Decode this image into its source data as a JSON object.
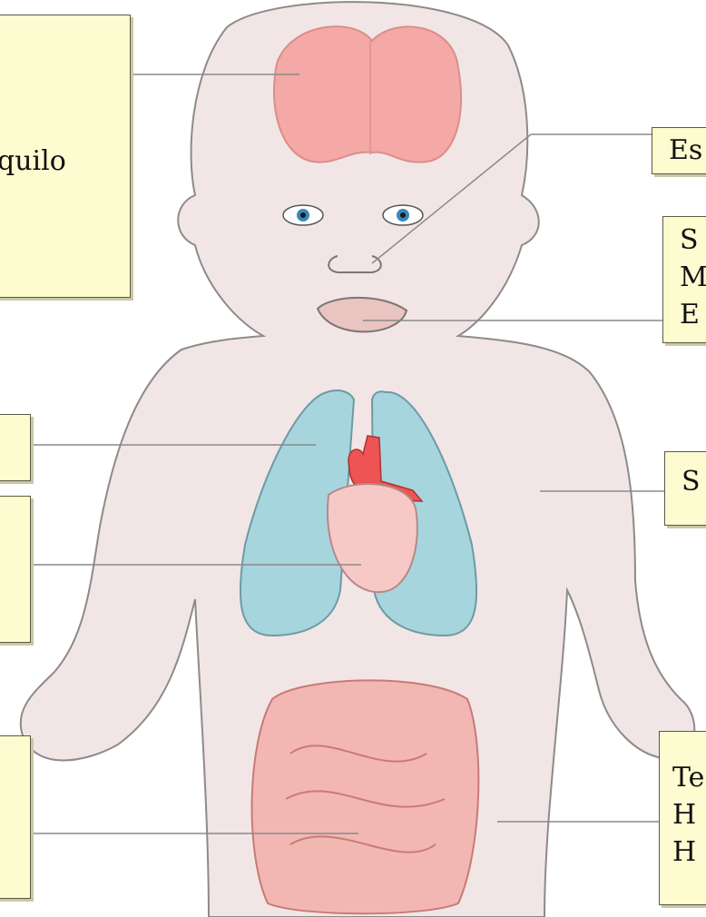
{
  "labels": {
    "brain": [
      "quilo"
    ],
    "nose": [
      "Es"
    ],
    "mouth": [
      "S",
      "M",
      "E"
    ],
    "arm": [
      "S"
    ],
    "body": [
      "Te",
      "H",
      "H"
    ]
  },
  "colors": {
    "skin": "#f1e6e5",
    "skin_outline": "#8f8a8a",
    "brain": "#f4a9a6",
    "lung": "#a7d5de",
    "heart_vessels": "#ee5454",
    "heart": "#f6c8c6",
    "intestine": "#f2b7b3",
    "eye": "#3b88b8",
    "label_fill": "#fdfbd0",
    "leader_line": "#8a8a8a"
  }
}
